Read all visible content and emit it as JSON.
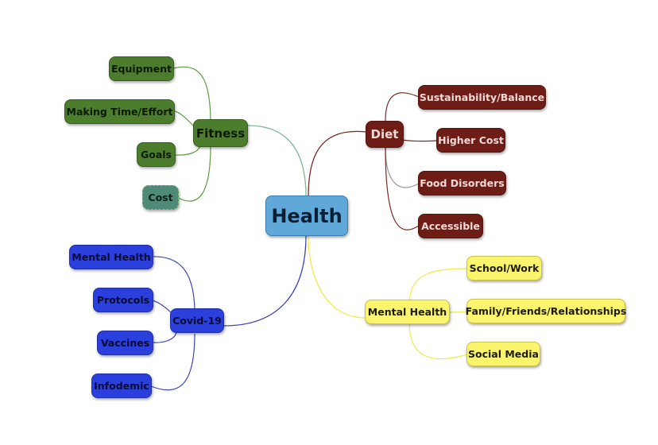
{
  "root": {
    "label": "Health"
  },
  "branches": {
    "fitness": {
      "label": "Fitness",
      "children": [
        "Equipment",
        "Making Time/Effort",
        "Goals",
        "Cost"
      ]
    },
    "diet": {
      "label": "Diet",
      "children": [
        "Sustainability/Balance",
        "Higher Cost",
        "Food Disorders",
        "Accessible"
      ]
    },
    "mental_health": {
      "label": "Mental Health",
      "children": [
        "School/Work",
        "Family/Friends/Relationships",
        "Social Media"
      ]
    },
    "covid": {
      "label": "Covid-19",
      "children": [
        "Mental Health",
        "Protocols",
        "Vaccines",
        "Infodemic"
      ]
    }
  },
  "colors": {
    "fitness": "#4b7d2c",
    "diet": "#6e1d16",
    "mental_health": "#fbf46d",
    "covid": "#2b3fdc",
    "root": "#5fa8d8"
  }
}
